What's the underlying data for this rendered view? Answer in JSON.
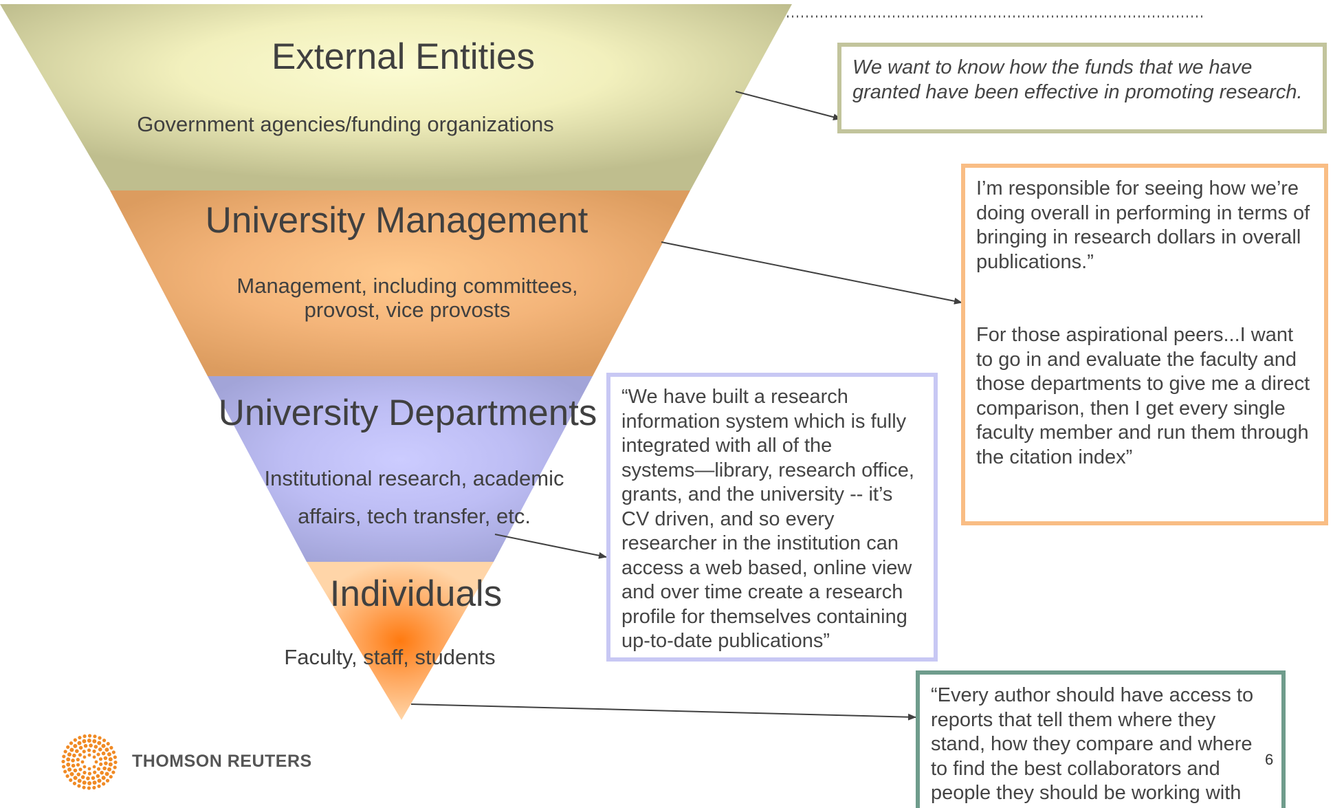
{
  "tiers": {
    "external": {
      "title": "External Entities",
      "subtitle": "Government agencies/funding organizations",
      "color": "#c8c69a"
    },
    "management": {
      "title": "University Management",
      "subtitle_line1": "Management, including committees,",
      "subtitle_line2": "provost, vice provosts",
      "color": "#e8a86a"
    },
    "departments": {
      "title": "University Departments",
      "subtitle_line1": "Institutional research, academic",
      "subtitle_line2": "affairs, tech transfer, etc.",
      "color": "#b6b8ec"
    },
    "individuals": {
      "title": "Individuals",
      "subtitle": "Faculty, staff, students",
      "color": "#ff9a3c"
    }
  },
  "quotes": {
    "external": {
      "text": "We want to know how the funds that we have\ngranted have been effective in promoting research.",
      "border_color": "#c2c49c"
    },
    "management": {
      "text": "I’m responsible for seeing how we’re\ndoing overall in performing in terms of\nbringing in research dollars in overall\npublications.”\n\n\nFor those aspirational peers...I want\nto go in and evaluate the faculty and\nthose departments to give me a direct\ncomparison, then I get every single\nfaculty member and run them through\nthe citation index”",
      "border_color": "#f9bd84"
    },
    "departments": {
      "text": "“We have built a research\ninformation system which is fully\nintegrated with all of the\nsystems—library, research office,\ngrants, and the university --  it’s\nCV driven, and so every\nresearcher in the institution can\naccess a web based, online view\nand over time create a research\nprofile for themselves containing\nup-to-date publications”",
      "border_color": "#c8c8f4"
    },
    "individuals": {
      "text": "“Every author should have access to\nreports that tell them where they\nstand, how they compare and where\nto find the best collaborators and\npeople they should be working with",
      "border_color": "#6f9c8c"
    }
  },
  "logo": {
    "text": "THOMSON REUTERS",
    "icon": "thomson-reuters-dot-logo-icon",
    "color": "#f08a24"
  },
  "page_number": "6"
}
